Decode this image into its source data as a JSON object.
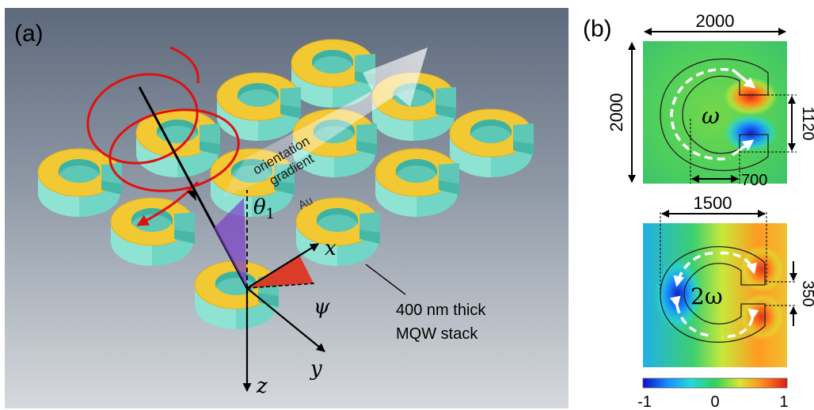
{
  "panel_a": {
    "label": "(a)",
    "gradient_label_line1": "orientation",
    "gradient_label_line2": "gradient",
    "material_label": "Au",
    "angle_theta": "θ",
    "angle_theta_sub": "1",
    "angle_psi": "ψ",
    "axis_x": "x",
    "axis_y": "y",
    "axis_z": "z",
    "stack_label_line1": "400 nm thick",
    "stack_label_line2": "MQW stack"
  },
  "panel_b": {
    "label": "(b)",
    "top_map": {
      "width_dim": "2000",
      "height_dim": "2000",
      "gap_dim": "1120",
      "arm_dim": "700",
      "freq_label": "ω"
    },
    "bottom_map": {
      "width_dim": "1500",
      "gap_dim": "350",
      "freq_label": "2ω"
    },
    "colorbar": {
      "ticks": [
        "-1",
        "0",
        "1"
      ],
      "colors": [
        "#0a10c8",
        "#1a8cff",
        "#22d8e0",
        "#2fd35a",
        "#d8e832",
        "#ff8a1c",
        "#e01a12"
      ]
    }
  }
}
